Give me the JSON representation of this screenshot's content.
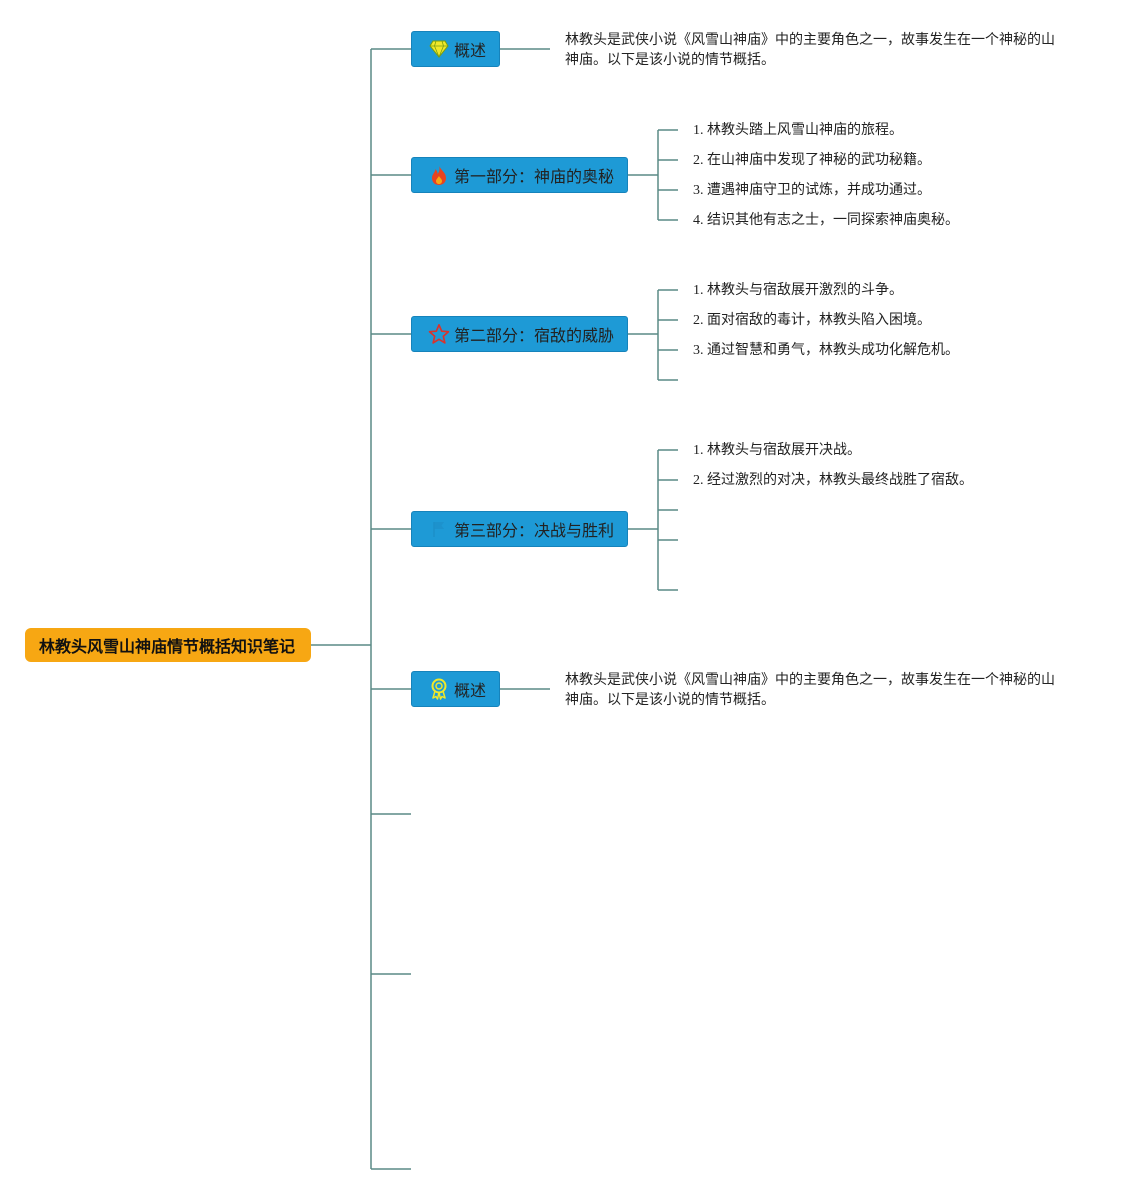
{
  "root": {
    "label": "林教头风雪山神庙情节概括知识笔记"
  },
  "branches": [
    {
      "label": "概述",
      "icon": "diamond-icon",
      "icon_color": "#f0e82a"
    },
    {
      "label": "第一部分：神庙的奥秘",
      "icon": "fire-icon",
      "icon_color": "#e8431f"
    },
    {
      "label": "第二部分：宿敌的威胁",
      "icon": "star-icon",
      "icon_color": "#d9332c"
    },
    {
      "label": "第三部分：决战与胜利",
      "icon": "flag-icon",
      "icon_color": "#1e9ad6"
    },
    {
      "label": "概述",
      "icon": "medal-icon",
      "icon_color": "#f0e82a"
    }
  ],
  "overview_text": "林教头是武侠小说《风雪山神庙》中的主要角色之一，故事发生在一个神秘的山神庙。以下是该小说的情节概括。",
  "part1_items": [
    "1. 林教头踏上风雪山神庙的旅程。",
    "2. 在山神庙中发现了神秘的武功秘籍。",
    "3. 遭遇神庙守卫的试炼，并成功通过。",
    "4. 结识其他有志之士，一同探索神庙奥秘。"
  ],
  "part2_items": [
    "1. 林教头与宿敌展开激烈的斗争。",
    "2. 面对宿敌的毒计，林教头陷入困境。",
    "3. 通过智慧和勇气，林教头成功化解危机。"
  ],
  "part3_items": [
    "1. 林教头与宿敌展开决战。",
    "2. 经过激烈的对决，林教头最终战胜了宿敌。"
  ],
  "colors": {
    "line": "#5a8a85",
    "branch": "#1e9ad6",
    "root": "#f7a713"
  }
}
